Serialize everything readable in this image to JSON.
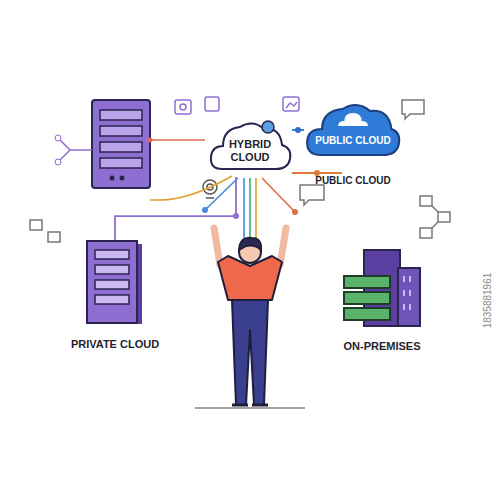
{
  "diagram": {
    "nodes": [
      {
        "text": [
          "HYBRID CLOUD"
        ]
      },
      {
        "text": [
          "PUBLIC CLOUD",
          "PUBLIC CLOUD"
        ]
      },
      {
        "text": [
          "PRIVATE CLOUD"
        ]
      },
      {
        "text": [
          "ON-PREMISES"
        ]
      }
    ],
    "edges": [
      {
        "from": 0,
        "to": 1,
        "arrow": "none"
      },
      {
        "from": 0,
        "to": 2,
        "arrow": "none"
      },
      {
        "from": 0,
        "to": 3,
        "arrow": "none"
      }
    ],
    "labels": [
      "1835881961"
    ]
  }
}
